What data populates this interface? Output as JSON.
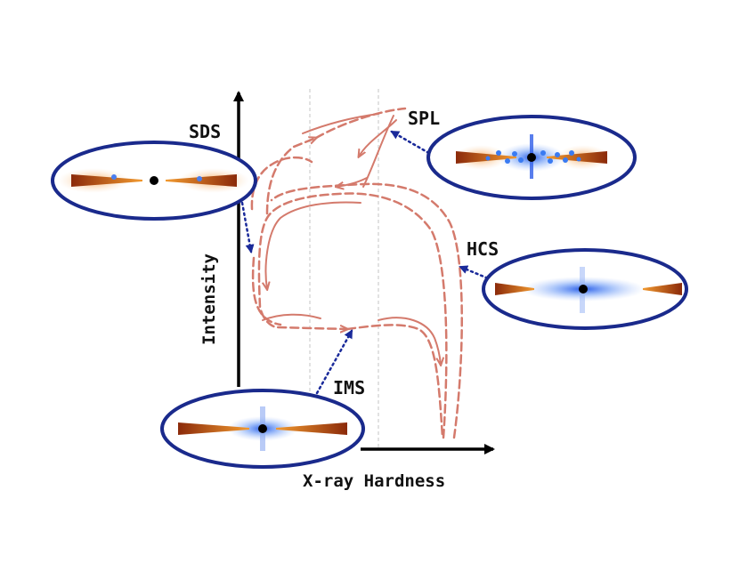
{
  "axes": {
    "x_label": "X-ray Hardness",
    "y_label": "Intensity"
  },
  "states": {
    "sds": "SDS",
    "spl": "SPL",
    "hcs": "HCS",
    "ims": "IMS"
  },
  "colors": {
    "axis": "#000000",
    "path": "#d47a6c",
    "ellipse_border": "#1a2a8c",
    "pointer": "#1a2a9a",
    "disk_dark": "#8b2a0a",
    "disk_light": "#f08a20",
    "glow": "#2f6cf0",
    "guide": "#bdbdbd"
  }
}
